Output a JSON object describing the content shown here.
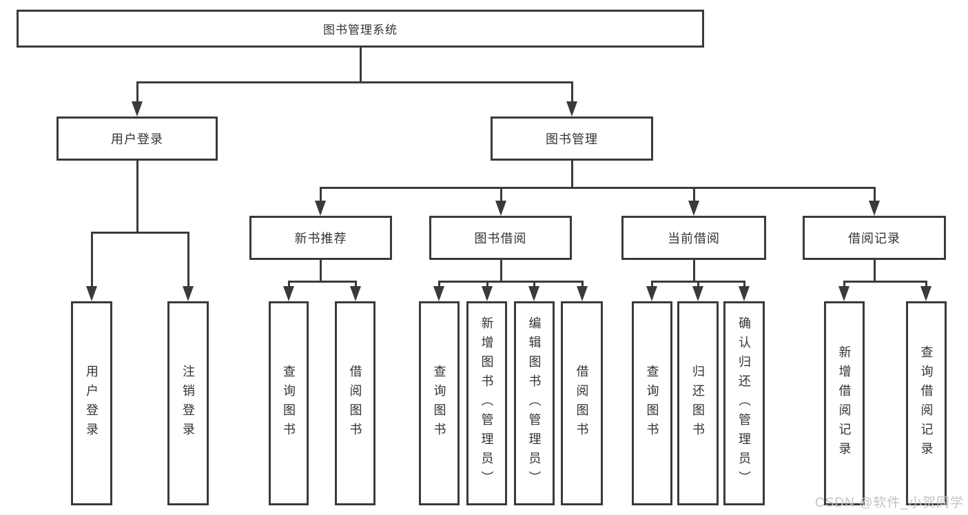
{
  "diagram_title": "图书管理系统",
  "nodes": [
    {
      "label": "图书管理系统"
    },
    {
      "label": "用户登录"
    },
    {
      "label": "图书管理"
    },
    {
      "label": "新书推荐"
    },
    {
      "label": "图书借阅"
    },
    {
      "label": "当前借阅"
    },
    {
      "label": "借阅记录"
    },
    {
      "label": "用户登录"
    },
    {
      "label": "注销登录"
    },
    {
      "label": "查询图书"
    },
    {
      "label": "借阅图书"
    },
    {
      "label": "查询图书"
    },
    {
      "label": "新增图书（管理员）"
    },
    {
      "label": "编辑图书（管理员）"
    },
    {
      "label": "借阅图书"
    },
    {
      "label": "查询图书"
    },
    {
      "label": "归还图书"
    },
    {
      "label": "确认归还（管理员）"
    },
    {
      "label": "新增借阅记录"
    },
    {
      "label": "查询借阅记录"
    }
  ],
  "hierarchy": {
    "图书管理系统": {
      "用户登录": [
        "用户登录",
        "注销登录"
      ],
      "图书管理": {
        "新书推荐": [
          "查询图书",
          "借阅图书"
        ],
        "图书借阅": [
          "查询图书",
          "新增图书（管理员）",
          "编辑图书（管理员）",
          "借阅图书"
        ],
        "当前借阅": [
          "查询图书",
          "归还图书",
          "确认归还（管理员）"
        ],
        "借阅记录": [
          "新增借阅记录",
          "查询借阅记录"
        ]
      }
    }
  },
  "watermark": {
    "text": "CSDN @软件_小贺同学"
  },
  "colors": {
    "line": "#3a3a3a",
    "border": "#3a3a3a",
    "text": "#333333",
    "background": "#ffffff",
    "watermark": "#c4c4c4"
  }
}
